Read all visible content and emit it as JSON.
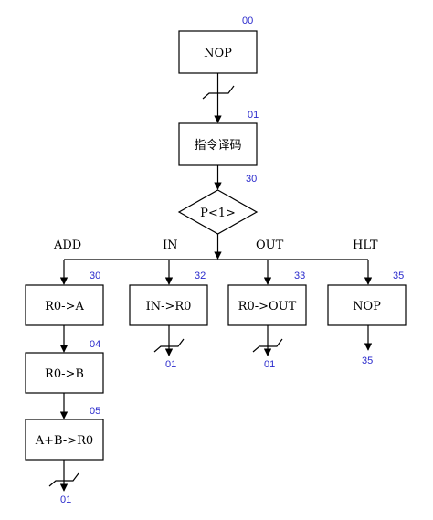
{
  "diagram": {
    "start": {
      "text": "NOP",
      "addr": "00"
    },
    "decode": {
      "text": "指令译码",
      "addr_top": "01",
      "addr_bottom": "30"
    },
    "decision": {
      "text": "P<1>"
    },
    "branches": {
      "add": {
        "label": "ADD",
        "steps": [
          {
            "text": "R0->A",
            "addr": "30"
          },
          {
            "text": "R0->B",
            "addr": "04"
          },
          {
            "text": "A+B->R0",
            "addr": "05"
          }
        ],
        "next": "01"
      },
      "in": {
        "label": "IN",
        "step": {
          "text": "IN->R0",
          "addr": "32"
        },
        "next": "01"
      },
      "out": {
        "label": "OUT",
        "step": {
          "text": "R0->OUT",
          "addr": "33"
        },
        "next": "01"
      },
      "hlt": {
        "label": "HLT",
        "step": {
          "text": "NOP",
          "addr": "35"
        },
        "next": "35"
      }
    }
  }
}
